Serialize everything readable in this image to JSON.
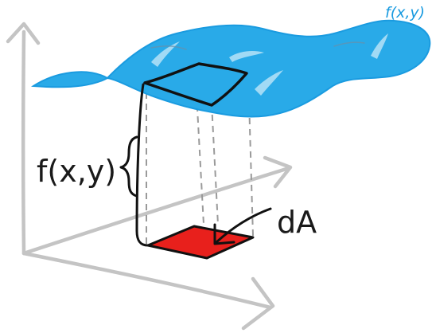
{
  "labels": {
    "surface": "f(x,y)",
    "height": "f(x,y)",
    "area_element": "dA"
  },
  "colors": {
    "surface_fill": "#29aae8",
    "surface_stroke": "#1a9be0",
    "surface_highlight": "#bfe6f8",
    "patch_fill": "#e8201c",
    "axis_stroke": "#c4c4c4",
    "ink": "#111111",
    "dashed": "#9a9a9a"
  }
}
